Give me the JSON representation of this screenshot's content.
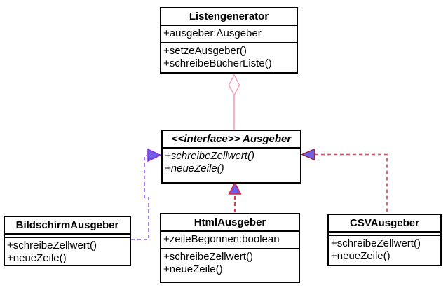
{
  "diagram": {
    "kind": "uml-class-diagram",
    "classes": [
      {
        "name": "Listengenerator",
        "attributes": [
          "+ausgeber:Ausgeber"
        ],
        "methods": [
          "+setzeAusgeber()",
          "+schreibeBücherListe()"
        ]
      },
      {
        "name": "<<interface>> Ausgeber",
        "stereotype": "<<interface>>",
        "attributes": [],
        "methods": [
          "+schreibeZellwert()",
          "+neueZeile()"
        ]
      },
      {
        "name": "BildschirmAusgeber",
        "attributes": [],
        "methods": [
          "+schreibeZellwert()",
          "+neueZeile()"
        ]
      },
      {
        "name": "HtmlAusgeber",
        "attributes": [
          "+zeileBegonnen:boolean"
        ],
        "methods": [
          "+schreibeZellwert()",
          "+neueZeile()"
        ]
      },
      {
        "name": "CSVAusgeber",
        "attributes": [],
        "methods": [
          "+schreibeZellwert()",
          "+neueZeile()"
        ]
      }
    ],
    "relationships": [
      {
        "type": "aggregation",
        "from": "Listengenerator",
        "to": "Ausgeber",
        "line": "solid",
        "color": "#f79cba",
        "diamond_fill": "#ffffff"
      },
      {
        "type": "realization",
        "from": "BildschirmAusgeber",
        "to": "Ausgeber",
        "line": "dashed",
        "color": "#a06df2",
        "arrow_stroke": "#8b2be2"
      },
      {
        "type": "realization",
        "from": "HtmlAusgeber",
        "to": "Ausgeber",
        "line": "dashed",
        "color": "#e01f3d",
        "arrow_stroke": "#e01f3d"
      },
      {
        "type": "realization",
        "from": "CSVAusgeber",
        "to": "Ausgeber",
        "line": "dashed",
        "color": "#c4606c",
        "arrow_stroke": "#8e2333"
      }
    ],
    "arrow_fill": "#6e5fe6",
    "box_border_color": "#000000",
    "background_color": "#ffffff"
  }
}
